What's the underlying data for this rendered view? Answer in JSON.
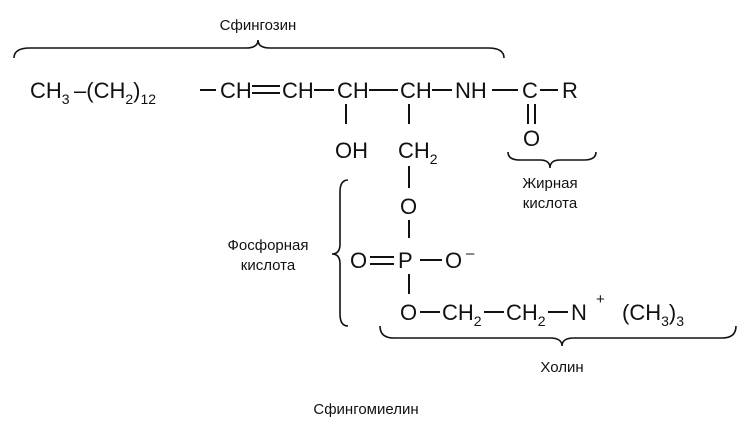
{
  "labels": {
    "sphingosine": "Сфингозин",
    "fatty_acid_line1": "Жирная",
    "fatty_acid_line2": "кислота",
    "phosphoric_line1": "Фосфорная",
    "phosphoric_line2": "кислота",
    "choline": "Холин",
    "caption": "Сфингомиелин"
  },
  "formula": {
    "ch3": "CH",
    "ch3_sub": "3",
    "dash_open": "–(",
    "ch2_chain": "CH",
    "ch2_chain_sub": "2",
    "close_paren": ")",
    "repeat_sub": "12",
    "ch_a": "CH",
    "ch_b": "CH",
    "ch_c": "CH",
    "ch_d": "CH",
    "nh": "NH",
    "c": "C",
    "r": "R",
    "o_carbonyl": "O",
    "oh": "OH",
    "ch2": "CH",
    "ch2_sub": "2",
    "o_link": "O",
    "o_double": "O",
    "p": "P",
    "o_minus": "O",
    "minus": "–",
    "o_ester": "O",
    "ch2_a": "CH",
    "ch2_a_sub": "2",
    "ch2_b": "CH",
    "ch2_b_sub": "2",
    "n": "N",
    "plus": "+",
    "trimethyl_open": "(CH",
    "trimethyl_sub": "3",
    "trimethyl_close": ")",
    "trimethyl_close_sub": "3"
  }
}
